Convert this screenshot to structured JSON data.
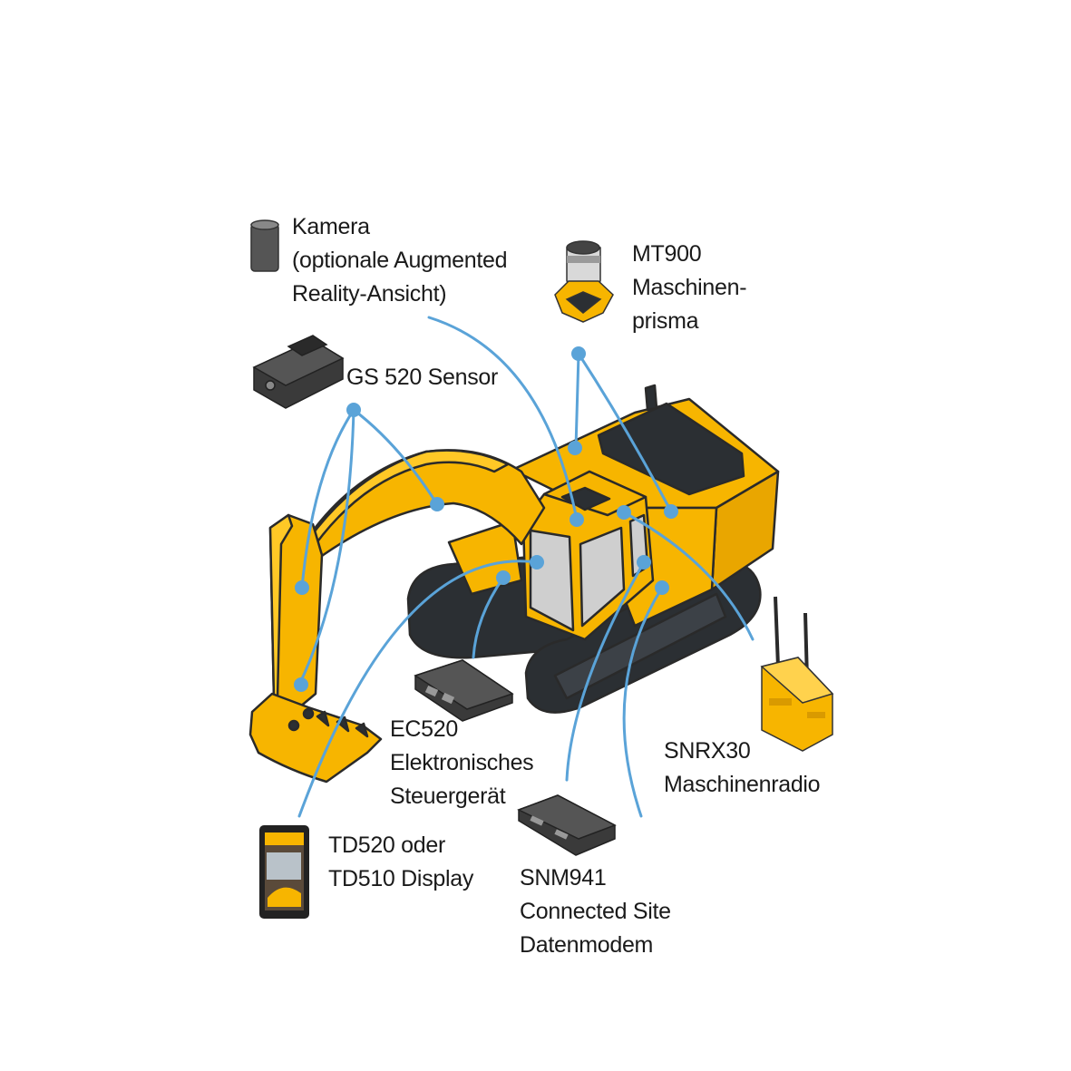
{
  "colors": {
    "machine_yellow": "#f7b500",
    "outline": "#2a2a2a",
    "track": "#2b2f33",
    "glass": "#cfcfcf",
    "leader_line": "#5aa3d8",
    "device_dark": "#3a3a3a",
    "text": "#1a1a1a"
  },
  "labels": {
    "kamera": [
      "Kamera",
      "(optionale Augmented",
      "Reality-Ansicht)"
    ],
    "mt900": [
      "MT900",
      "Maschinen-",
      "prisma"
    ],
    "gs520": [
      "GS 520 Sensor"
    ],
    "ec520": [
      "EC520",
      "Elektronisches",
      "Steuergerät"
    ],
    "snrx30": [
      "SNRX30",
      "Maschinenradio"
    ],
    "td520": [
      "TD520 oder",
      "TD510 Display"
    ],
    "snm941": [
      "SNM941",
      "Connected Site",
      "Datenmodem"
    ]
  },
  "icons": {
    "kamera": "camera-icon",
    "mt900": "prism-icon",
    "gs520": "sensor-icon",
    "ec520": "control-unit-icon",
    "snrx30": "radio-icon",
    "td520": "display-tablet-icon",
    "snm941": "modem-icon"
  }
}
